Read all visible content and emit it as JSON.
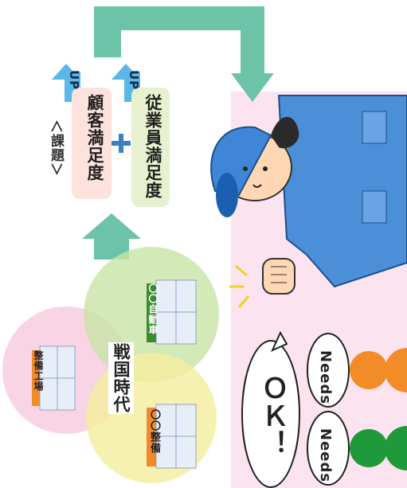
{
  "issues": {
    "heading": "＜課題＞",
    "customer_satisfaction": "顧客満足度",
    "employee_satisfaction": "従業員満足度",
    "plus_sign": "+",
    "up_label": "UP"
  },
  "venn": {
    "era": "戦国時代",
    "shop_left": "整備工場",
    "shop_center": "〇〇自動車",
    "shop_bottom": "〇〇整備"
  },
  "bubbles": {
    "ok": "ＯＫ！",
    "needs": "Needs"
  },
  "colors": {
    "teal_arrow": "#6cc3a7",
    "pink_panel": "#fbe4ef",
    "orange_customer": "#f28c28",
    "green_customer": "#1e9a3b",
    "customer_box": "#fde2dd",
    "employee_box": "#e8f1cf"
  },
  "icons": [
    "up-arrow-icon",
    "plus-icon",
    "loop-arrow-icon",
    "shop-building-icon",
    "mechanic-illustration",
    "fist-icon"
  ]
}
